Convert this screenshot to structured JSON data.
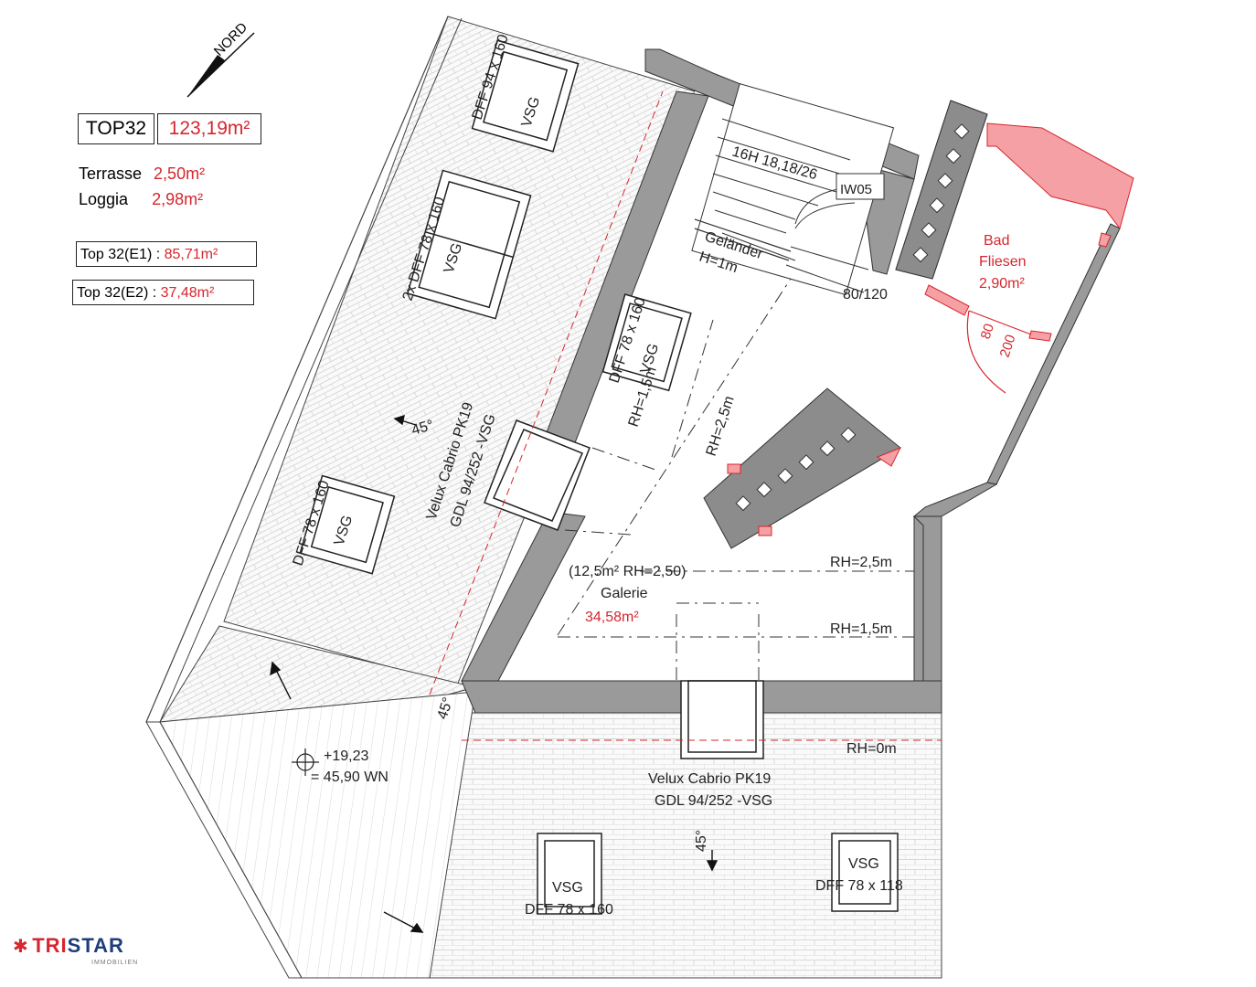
{
  "colors": {
    "wall": "#9a9a9a",
    "accent": "#d6262e",
    "line": "#222222",
    "tile": "#cfcfcf",
    "bath": "#f4a0a4"
  },
  "north_label": "NORD",
  "summary": {
    "top_label": "TOP32",
    "top_area": "123,19m²",
    "terrasse_label": "Terrasse",
    "terrasse_area": "2,50m²",
    "loggia_label": "Loggia",
    "loggia_area": "2,98m²",
    "e1_label": "Top 32(E1) : ",
    "e1_area": "85,71m²",
    "e2_label": "Top 32(E2) : ",
    "e2_area": "37,48m²"
  },
  "rooms": {
    "bath_name1": "Bad",
    "bath_name2": "Fliesen",
    "bath_area": "2,90m²",
    "bath_door": "80",
    "bath_door2": "200",
    "gallery_note": "(12,5m² RH=2,50)",
    "gallery_name": "Galerie",
    "gallery_area": "34,58m²"
  },
  "stairs": {
    "steps": "16H 18,18/26",
    "code": "IW05",
    "railing": "Geländer",
    "railing_h": "H=1m",
    "opening": "80/120"
  },
  "heights": {
    "rh25a": "RH=2,5m",
    "rh15a": "RH=1,5m",
    "rh25": "RH=2,5m",
    "rh15": "RH=1,5m",
    "rh0": "RH=0m"
  },
  "windows": {
    "w1a": "DFF 94 x 160",
    "w1b": "VSG",
    "w2a": "2x DFF 78 x 160",
    "w2b": "VSG",
    "w3a": "DFF 78 x 160",
    "w3b": "VSG",
    "w4a": "DFF 78 x 160",
    "w4b": "VSG",
    "w5a": "VSG",
    "w5b": "DFF 78 x 160",
    "w6a": "VSG",
    "w6b": "DFF 78 x 118"
  },
  "velux": {
    "a1": "Velux Cabrio PK19",
    "a2": "GDL 94/252 -VSG",
    "b1": "Velux Cabrio PK19",
    "b2": "GDL 94/252 -VSG"
  },
  "slopes": {
    "s1": "45°",
    "s2": "45°",
    "s3": "45°"
  },
  "terrace": {
    "level1": "+19,23",
    "level2": "= 45,90 WN"
  },
  "logo": {
    "main_a": "TRI",
    "main_b": "STAR",
    "sub": "IMMOBILIEN"
  }
}
